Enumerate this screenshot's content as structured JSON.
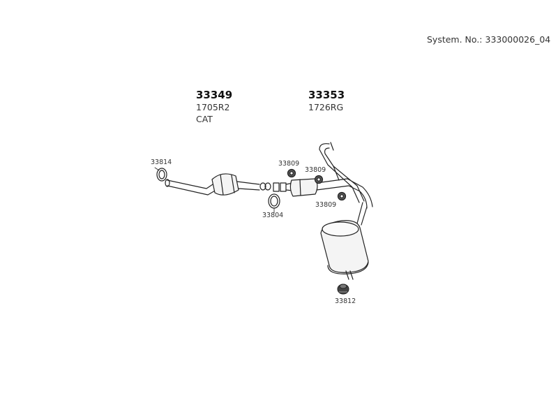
{
  "header": {
    "system_no": "System. No.: 333000026_04"
  },
  "assemblies": [
    {
      "part": "33349",
      "ref": "1705R2",
      "note": "CAT"
    },
    {
      "part": "33353",
      "ref": "1726RG"
    }
  ],
  "callouts": {
    "c33814": "33814",
    "c33809_top": "33809",
    "c33809_mid": "33809",
    "c33809_low": "33809",
    "c33804": "33804",
    "c33812": "33812"
  }
}
